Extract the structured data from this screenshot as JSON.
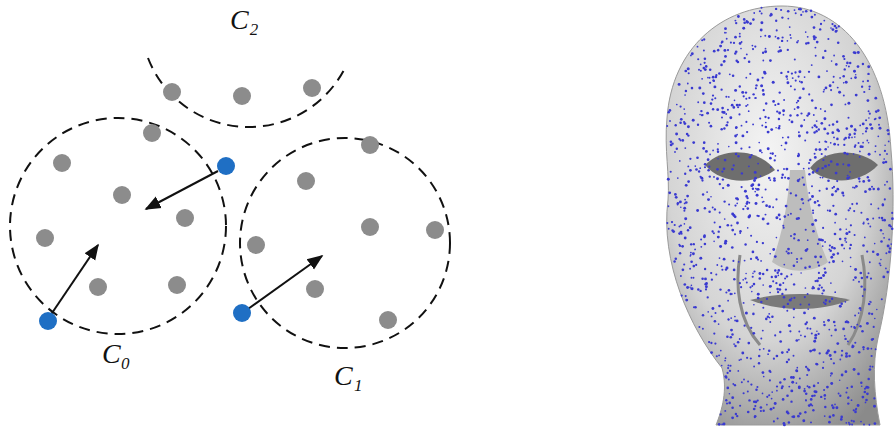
{
  "diagram": {
    "labels": [
      "C₂",
      "C₀",
      "C₁"
    ]
  }
}
